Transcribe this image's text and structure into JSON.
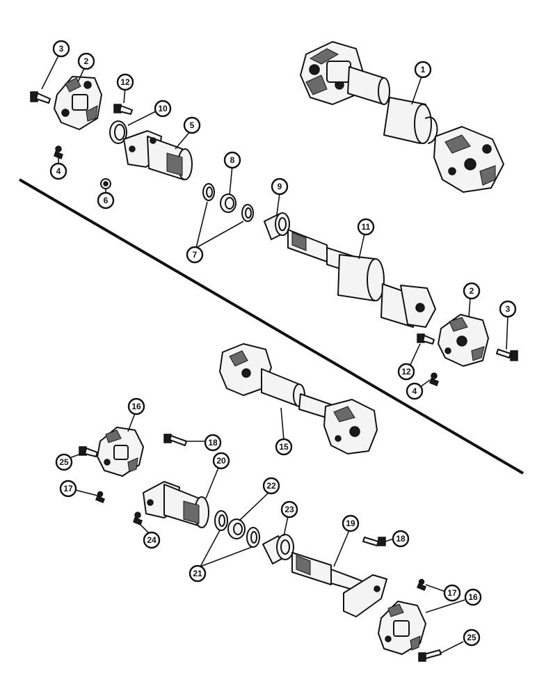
{
  "callouts": [
    {
      "id": "c3a",
      "label": "3"
    },
    {
      "id": "c2a",
      "label": "2"
    },
    {
      "id": "c12a",
      "label": "12"
    },
    {
      "id": "c10",
      "label": "10"
    },
    {
      "id": "c5",
      "label": "5"
    },
    {
      "id": "c4a",
      "label": "4"
    },
    {
      "id": "c6",
      "label": "6"
    },
    {
      "id": "c8",
      "label": "8"
    },
    {
      "id": "c9",
      "label": "9"
    },
    {
      "id": "c7",
      "label": "7"
    },
    {
      "id": "c1",
      "label": "1"
    },
    {
      "id": "c11",
      "label": "11"
    },
    {
      "id": "c2b",
      "label": "2"
    },
    {
      "id": "c3b",
      "label": "3"
    },
    {
      "id": "c12b",
      "label": "12"
    },
    {
      "id": "c4b",
      "label": "4"
    },
    {
      "id": "c16a",
      "label": "16"
    },
    {
      "id": "c18a",
      "label": "18"
    },
    {
      "id": "c15",
      "label": "15"
    },
    {
      "id": "c20",
      "label": "20"
    },
    {
      "id": "c25a",
      "label": "25"
    },
    {
      "id": "c17a",
      "label": "17"
    },
    {
      "id": "c22",
      "label": "22"
    },
    {
      "id": "c24",
      "label": "24"
    },
    {
      "id": "c23",
      "label": "23"
    },
    {
      "id": "c21",
      "label": "21"
    },
    {
      "id": "c19",
      "label": "19"
    },
    {
      "id": "c18b",
      "label": "18"
    },
    {
      "id": "c17b",
      "label": "17"
    },
    {
      "id": "c16b",
      "label": "16"
    },
    {
      "id": "c25b",
      "label": "25"
    }
  ]
}
